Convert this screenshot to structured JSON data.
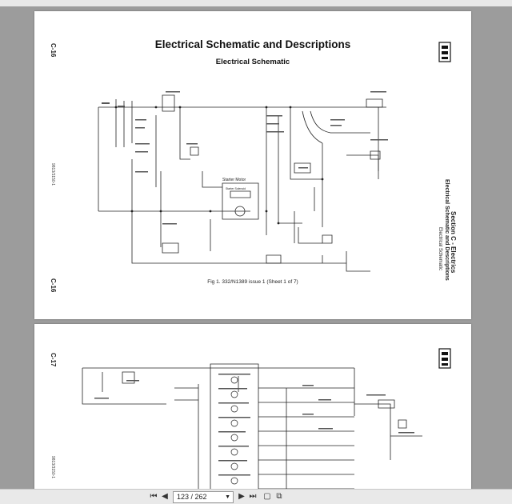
{
  "page1": {
    "title": "Electrical Schematic and Descriptions",
    "subtitle": "Electrical Schematic",
    "page_label_top": "C-16",
    "page_label_bottom": "C-16",
    "doc_code": "9813/3150-1",
    "caption": "Fig 1. 332/N1389 issue 1 (Sheet 1 of 7)",
    "section_title": "Section C - Electrics",
    "section_subtitle": "Electrical Schematic and Descriptions",
    "section_sub2": "Electrical Schematic",
    "starter_label": "Starter Motor",
    "starter_solenoid_label": "Starter Solenoid"
  },
  "page2": {
    "page_label_top": "C-17",
    "doc_code": "9813/3150-1"
  },
  "toolbar": {
    "first_icon": "first-page-icon",
    "prev_icon": "previous-page-icon",
    "page_value": "123 / 262",
    "next_icon": "next-page-icon",
    "last_icon": "last-page-icon"
  }
}
